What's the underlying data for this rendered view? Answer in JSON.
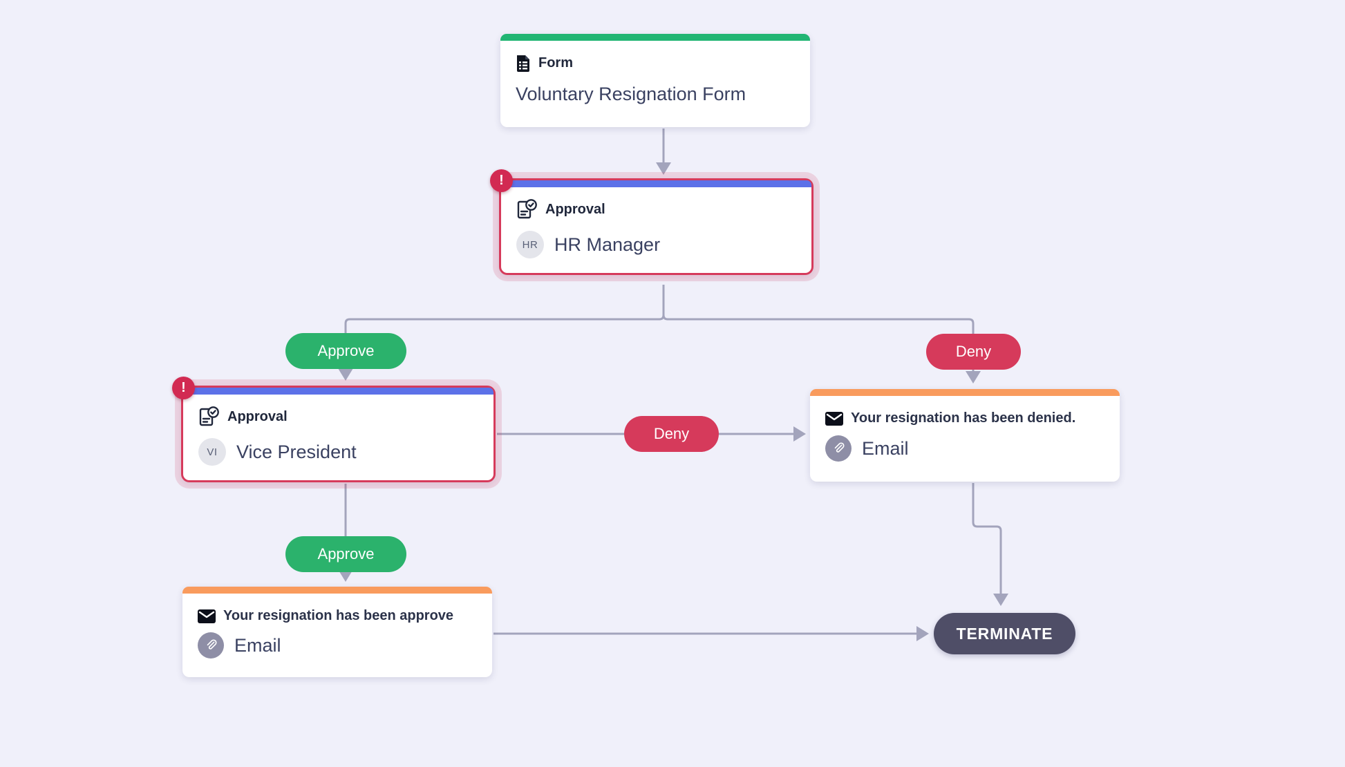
{
  "colors": {
    "background": "#f0f0fa",
    "form_accent": "#21b573",
    "approval_accent": "#5c71e8",
    "email_accent": "#f99b5d",
    "error_red": "#d63a5b",
    "approve_green": "#2bb26c",
    "deny_red": "#d63a5b",
    "terminate_bg": "#4f4e67",
    "connector_gray": "#a3a4bc"
  },
  "nodes": {
    "form": {
      "type_label": "Form",
      "title": "Voluntary Resignation Form"
    },
    "hr_approval": {
      "type_label": "Approval",
      "title": "HR Manager",
      "avatar": "HR",
      "error_badge": "!"
    },
    "vp_approval": {
      "type_label": "Approval",
      "title": "Vice President",
      "avatar": "VI",
      "error_badge": "!"
    },
    "denied_email": {
      "subject": "Your resignation has been denied.",
      "channel": "Email"
    },
    "approved_email": {
      "subject": "Your resignation has been approve",
      "channel": "Email"
    },
    "terminate": {
      "label": "TERMINATE"
    }
  },
  "pills": {
    "approve_top": {
      "label": "Approve"
    },
    "deny_top": {
      "label": "Deny"
    },
    "deny_mid": {
      "label": "Deny"
    },
    "approve_bottom": {
      "label": "Approve"
    }
  }
}
